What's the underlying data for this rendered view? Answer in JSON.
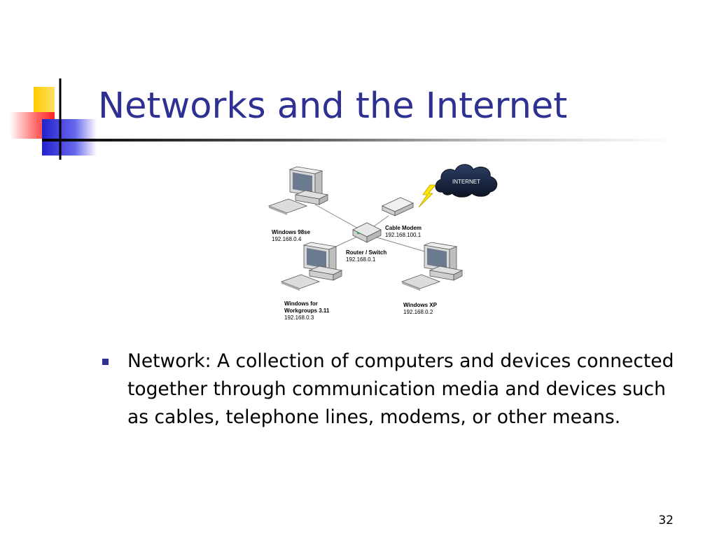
{
  "slide": {
    "title": "Networks and the Internet",
    "page_number": "32"
  },
  "bullets": [
    {
      "text": "Network: A collection of computers and devices connected together through communication media and devices such as cables, telephone lines, modems, or other means."
    }
  ],
  "diagram": {
    "cloud_label": "INTERNET",
    "nodes": [
      {
        "name": "Windows 98se",
        "ip": "192.168.0.4"
      },
      {
        "name": "Cable Modem",
        "ip": "192.168.100.1"
      },
      {
        "name": "Router / Switch",
        "ip": "192.168.0.1"
      },
      {
        "name_line1": "Windows for",
        "name_line2": "Workgroups 3.11",
        "ip": "192.168.0.3"
      },
      {
        "name": "Windows XP",
        "ip": "192.168.0.2"
      }
    ]
  },
  "colors": {
    "title": "#2e3192",
    "bullet": "#2e3192",
    "logo_yellow": "#ffcc00",
    "logo_red": "#ff3333",
    "logo_blue": "#3333cc"
  },
  "icons": [
    "logo-squares",
    "computer-icon",
    "router-icon",
    "modem-icon",
    "lightning-icon",
    "cloud-icon"
  ]
}
